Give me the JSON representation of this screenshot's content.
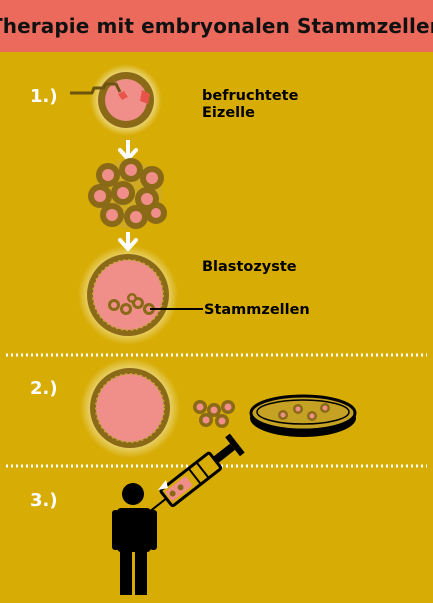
{
  "title": "Therapie mit embryonalen Stammzellen",
  "steps": [
    "1.)",
    "2.)",
    "3.)"
  ],
  "labels": {
    "egg_line1": "befruchtete",
    "egg_line2": "Eizelle",
    "blastocyst": "Blastozyste",
    "stem_cells": "Stammzellen"
  },
  "colors": {
    "background": "#d7ac05",
    "title_bar": "#ec6a5c",
    "cell_fill": "#f08f8a",
    "cell_dark": "#8a6a17",
    "halo": "#f3e6a3",
    "divider": "#ffffff"
  }
}
